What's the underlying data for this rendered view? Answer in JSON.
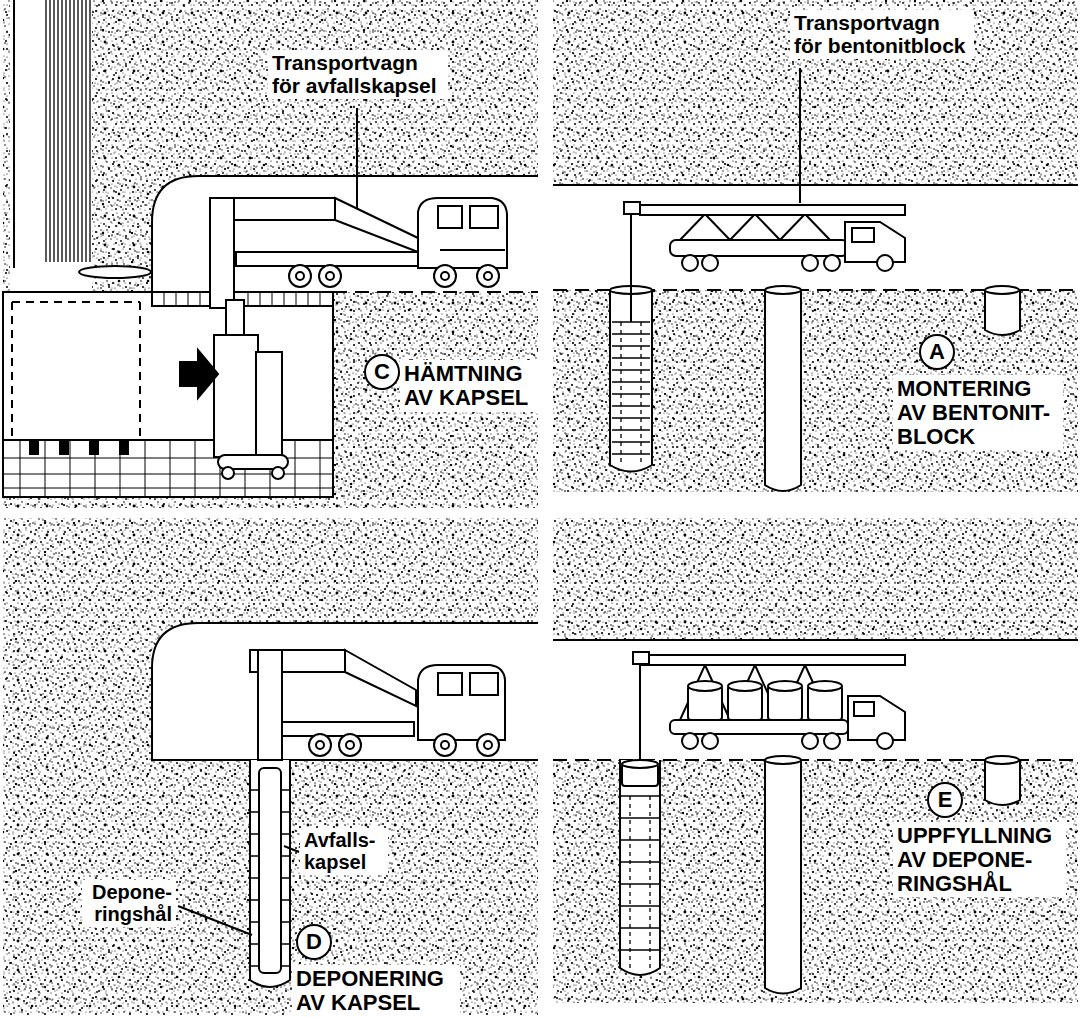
{
  "diagram": {
    "nodes": [
      {
        "text": [
          "C"
        ]
      },
      {
        "text": [
          "A"
        ]
      },
      {
        "text": [
          "D"
        ]
      },
      {
        "text": [
          "E"
        ]
      }
    ],
    "labels": [
      "Transportvagn för avfallskapsel",
      "HÄMTNING AV KAPSEL",
      "Transportvagn för bentonitblock",
      "MONTERING AV BENTONIT- BLOCK",
      "Avfalls- kapsel",
      "Depone- ringshål",
      "DEPONERING AV KAPSEL",
      "UPPFYLLNING AV DEPONE- RINGSHÅL"
    ]
  }
}
